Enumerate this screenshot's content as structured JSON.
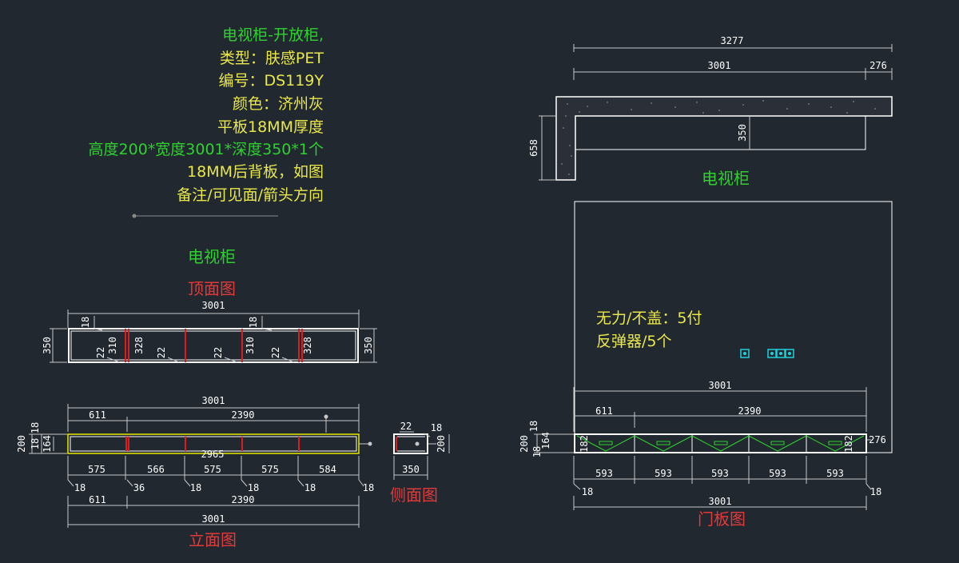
{
  "notes": {
    "line1": "电视柜-开放柜,",
    "line2": "类型：肤感PET",
    "line3": "编号：DS119Y",
    "line4": "颜色：济州灰",
    "line5": "平板18MM厚度",
    "line6": "高度200*宽度3001*深度350*1个",
    "line7": "18MM后背板，如图",
    "line8": "备注/可见面/箭头方向"
  },
  "left": {
    "title": "电视柜",
    "top_view_label": "顶面图",
    "front_view_label": "立面图",
    "side_view_label": "侧面图"
  },
  "right": {
    "title": "电视柜",
    "door_view_label": "门板图",
    "hw_line1": "无力/不盖：5付",
    "hw_line2": "反弹器/5个"
  },
  "dims": {
    "top_total": "3001",
    "top_18": "18",
    "top_18b": "18",
    "top_350_left": "350",
    "top_350_right": "350",
    "top_22a": "22",
    "top_310a": "310",
    "top_328a": "328",
    "top_22b": "22",
    "top_22c": "22",
    "top_310b": "310",
    "top_22d": "22",
    "top_328b": "328",
    "fr_total": "3001",
    "fr_611": "611",
    "fr_2390": "2390",
    "fr_200": "200",
    "fr_18a": "18",
    "fr_18b": "18",
    "fr_164": "164",
    "fr_2965": "2965",
    "fr_575a": "575",
    "fr_566": "566",
    "fr_575b": "575",
    "fr_575c": "575",
    "fr_584": "584",
    "fr_b18a": "18",
    "fr_b36": "36",
    "fr_b18b": "18",
    "fr_b18c": "18",
    "fr_b18d": "18",
    "fr_b18e": "18",
    "fr_b611": "611",
    "fr_b2390": "2390",
    "fr_b3001": "3001",
    "sd_22": "22",
    "sd_18": "18",
    "sd_200": "200",
    "sd_350": "350",
    "r_3277": "3277",
    "r_3001": "3001",
    "r_276": "276",
    "r_350": "350",
    "r_658": "658",
    "d_3001": "3001",
    "d_611": "611",
    "d_2390": "2390",
    "d_18v": "18",
    "d_200": "200",
    "d_18": "18",
    "d_164": "164",
    "d_182a": "182",
    "d_182b": "182",
    "d_276": "276",
    "d_593a": "593",
    "d_593b": "593",
    "d_593c": "593",
    "d_593d": "593",
    "d_593e": "593",
    "d_b18a": "18",
    "d_b18b": "18",
    "d_b3001": "3001"
  }
}
